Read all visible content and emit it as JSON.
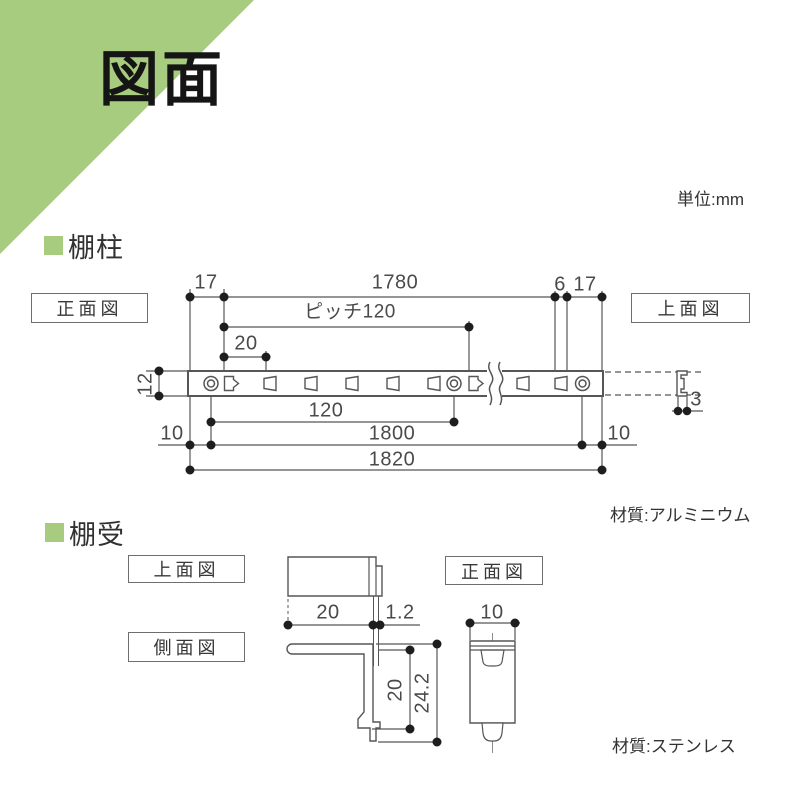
{
  "colors": {
    "accent_green": "#a8cc7f",
    "line": "#565656",
    "dot": "#1e1e1e",
    "text_dark": "#1f1f1f",
    "text_gray": "#4a4a4a"
  },
  "header": {
    "title": "図面",
    "unit_label": "単位:mm"
  },
  "column_section": {
    "heading": "棚柱",
    "front_view_label": "正面図",
    "top_view_label": "上面図",
    "material": "材質:アルミニウム",
    "dims": {
      "left_end": "17",
      "span_main": "1780",
      "slot_width": "6",
      "right_end": "17",
      "pitch": "ピッチ120",
      "first_slot_offset": "20",
      "height": "12",
      "hole_pitch": "120",
      "hole_offset_left": "10",
      "hole_span": "1800",
      "hole_offset_right": "10",
      "total_length": "1820",
      "thickness": "3"
    }
  },
  "bracket_section": {
    "heading": "棚受",
    "top_view_label": "上面図",
    "side_view_label": "側面図",
    "front_view_label": "正面図",
    "material": "材質:ステンレス",
    "dims": {
      "arm_length": "20",
      "plate_thickness": "1.2",
      "width": "10",
      "leg_height": "20",
      "total_height": "24.2"
    }
  }
}
